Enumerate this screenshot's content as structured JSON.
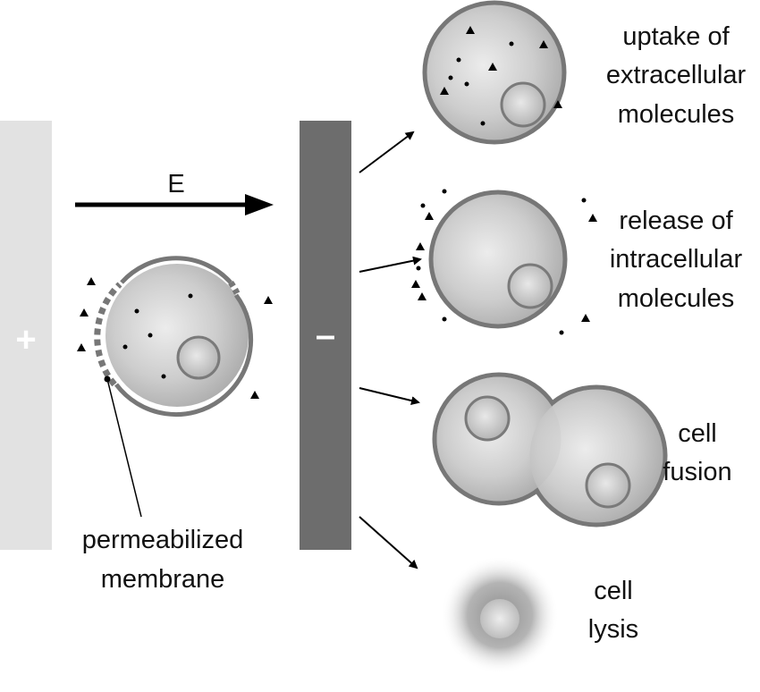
{
  "electrodes": {
    "positive": {
      "sign": "+",
      "color": "#e2e2e2"
    },
    "negative": {
      "sign": "–",
      "color": "#6d6d6d"
    }
  },
  "field": {
    "label": "E"
  },
  "membrane_label": {
    "line1": "permeabilized",
    "line2": "membrane"
  },
  "outcomes": [
    {
      "name": "uptake",
      "lines": [
        "uptake of",
        "extracellular",
        "molecules"
      ]
    },
    {
      "name": "release",
      "lines": [
        "release of",
        "intracellular",
        "molecules"
      ]
    },
    {
      "name": "fusion",
      "lines": [
        "cell",
        "fusion"
      ]
    },
    {
      "name": "lysis",
      "lines": [
        "cell",
        "lysis"
      ]
    }
  ],
  "colors": {
    "cell_border": "#777777",
    "cell_fill": "#c4c4c4",
    "text": "#111111"
  }
}
